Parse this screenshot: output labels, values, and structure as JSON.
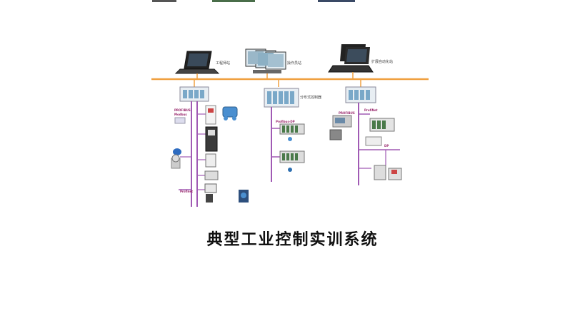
{
  "title": "典型工业控制实训系统",
  "colors": {
    "ethernet": "#f0a040",
    "fieldbus": "#a05ab4",
    "device_blue": "#4a8fd0"
  },
  "stations": {
    "engineering": "工程师站",
    "operator": "操作员站",
    "extended": "扩展自动化站"
  },
  "controllers": {
    "middle": "分布式控制器"
  },
  "bus_labels": {
    "left_profibus": "PROFIBUS",
    "left_modbus": "Modbus",
    "left_ethernet": "Profinet",
    "middle_profibus": "Profibus-DP",
    "right_profinet": "ProfiNet",
    "right_profibus": "PROFIBUS",
    "right_sub": "DP"
  }
}
